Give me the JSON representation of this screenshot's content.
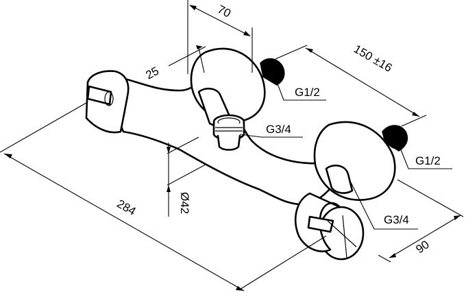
{
  "dimensions": {
    "width_70": "70",
    "depth_25": "25",
    "spacing": "150 ±16",
    "overall_length": "284",
    "diameter": "Ø42",
    "depth_90": "90"
  },
  "threads": {
    "inlet_top": "G1/2",
    "inlet_right": "G1/2",
    "outlet_center": "G3/4",
    "outlet_right": "G3/4"
  }
}
